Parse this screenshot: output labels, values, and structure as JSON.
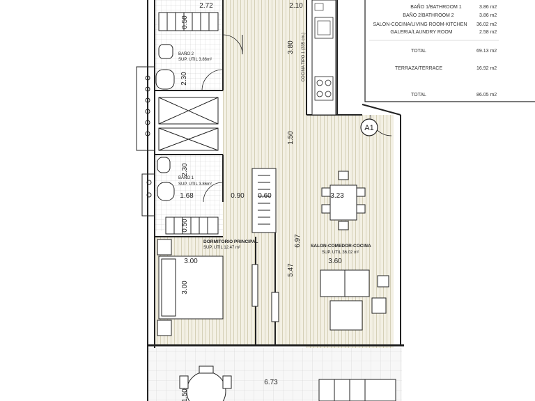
{
  "legend": {
    "rows": [
      {
        "name": "BAÑO 1/BATHROOM 1",
        "value": "3.86 m2"
      },
      {
        "name": "BAÑO 2/BATHROOM 2",
        "value": "3.86 m2"
      },
      {
        "name": "SALON-COCINA/LIVING ROOM-KITCHEN",
        "value": "36.02 m2"
      },
      {
        "name": "GALERIA/LAUNDRY ROOM",
        "value": "2.58 m2"
      }
    ],
    "total_label": "TOTAL",
    "total_value": "69.13 m2",
    "terrace_label": "TERRAZA/TERRACE",
    "terrace_value": "16.92 m2",
    "grand_total_label": "TOTAL",
    "grand_total_value": "86.05 m2"
  },
  "unit_tag": "A1",
  "rooms": {
    "bath2_name": "BAÑO 2",
    "bath2_area": "SUP. UTIL 3.86m²",
    "bath1_name": "BAÑO 1",
    "bath1_area": "SUP. UTIL 3.86m²",
    "bedroom_name": "DORMITORIO PRINCIPAL",
    "bedroom_area": "SUP. UTIL 12.47 m²",
    "living_name": "SALON-COMEDOR-COCINA",
    "living_area": "SUP. UTIL 36.02 m²",
    "kitchen_label": "COCINA TIPO 1 (335 cm.)"
  },
  "dimensions": {
    "top_left": "2.72",
    "top_right": "2.10",
    "wardrobe_top": "0.50",
    "bath2_h": "2.30",
    "kitchen_len": "3.80",
    "hall": "1.50",
    "bath1_h": "2.30",
    "bath1_w": "1.68",
    "passage_w": "0.90",
    "closet_w": "0.60",
    "dining_w": "3.23",
    "wardrobe_bottom": "0.50",
    "total_h": "6.97",
    "bed_w": "3.00",
    "living_w": "3.60",
    "bed_h": "3.00",
    "living_h": "5.47",
    "terrace_w": "6.73",
    "terrace_h": "1.50"
  }
}
